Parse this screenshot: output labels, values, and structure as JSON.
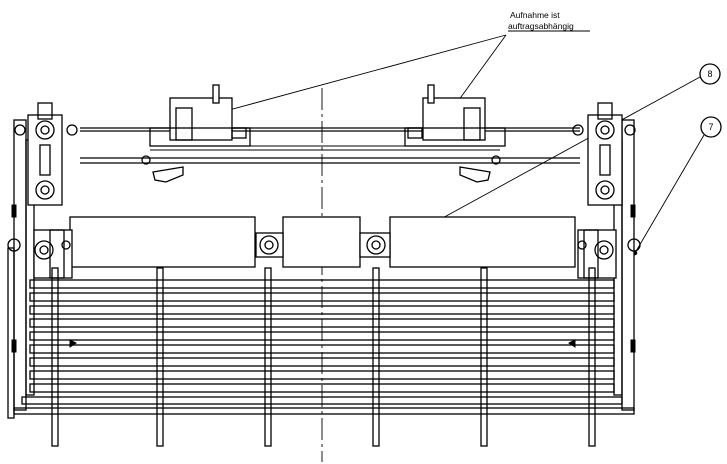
{
  "annotation": {
    "line1": "Aufnahme ist",
    "line2": "auftragsabhängig"
  },
  "balloons": [
    {
      "id": "balloon-8",
      "label": "8"
    },
    {
      "id": "balloon-7",
      "label": "7"
    }
  ]
}
